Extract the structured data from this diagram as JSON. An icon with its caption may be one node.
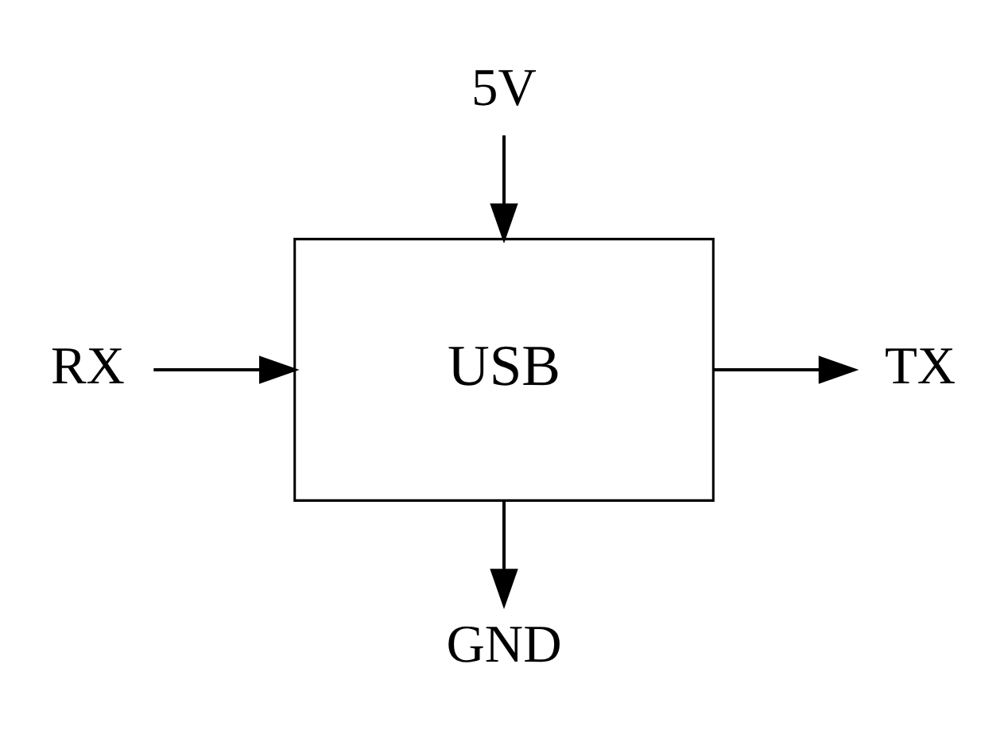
{
  "diagram": {
    "nodes": [
      {
        "text": [
          "5V"
        ]
      },
      {
        "text": [
          "RX"
        ]
      },
      {
        "text": [
          "USB"
        ]
      },
      {
        "text": [
          "TX"
        ]
      },
      {
        "text": [
          "GND"
        ]
      }
    ],
    "edges": [
      {
        "from": 0,
        "to": 2,
        "arrow": "to"
      },
      {
        "from": 1,
        "to": 2,
        "arrow": "to"
      },
      {
        "from": 2,
        "to": 3,
        "arrow": "to"
      },
      {
        "from": 2,
        "to": 4,
        "arrow": "to"
      }
    ]
  }
}
